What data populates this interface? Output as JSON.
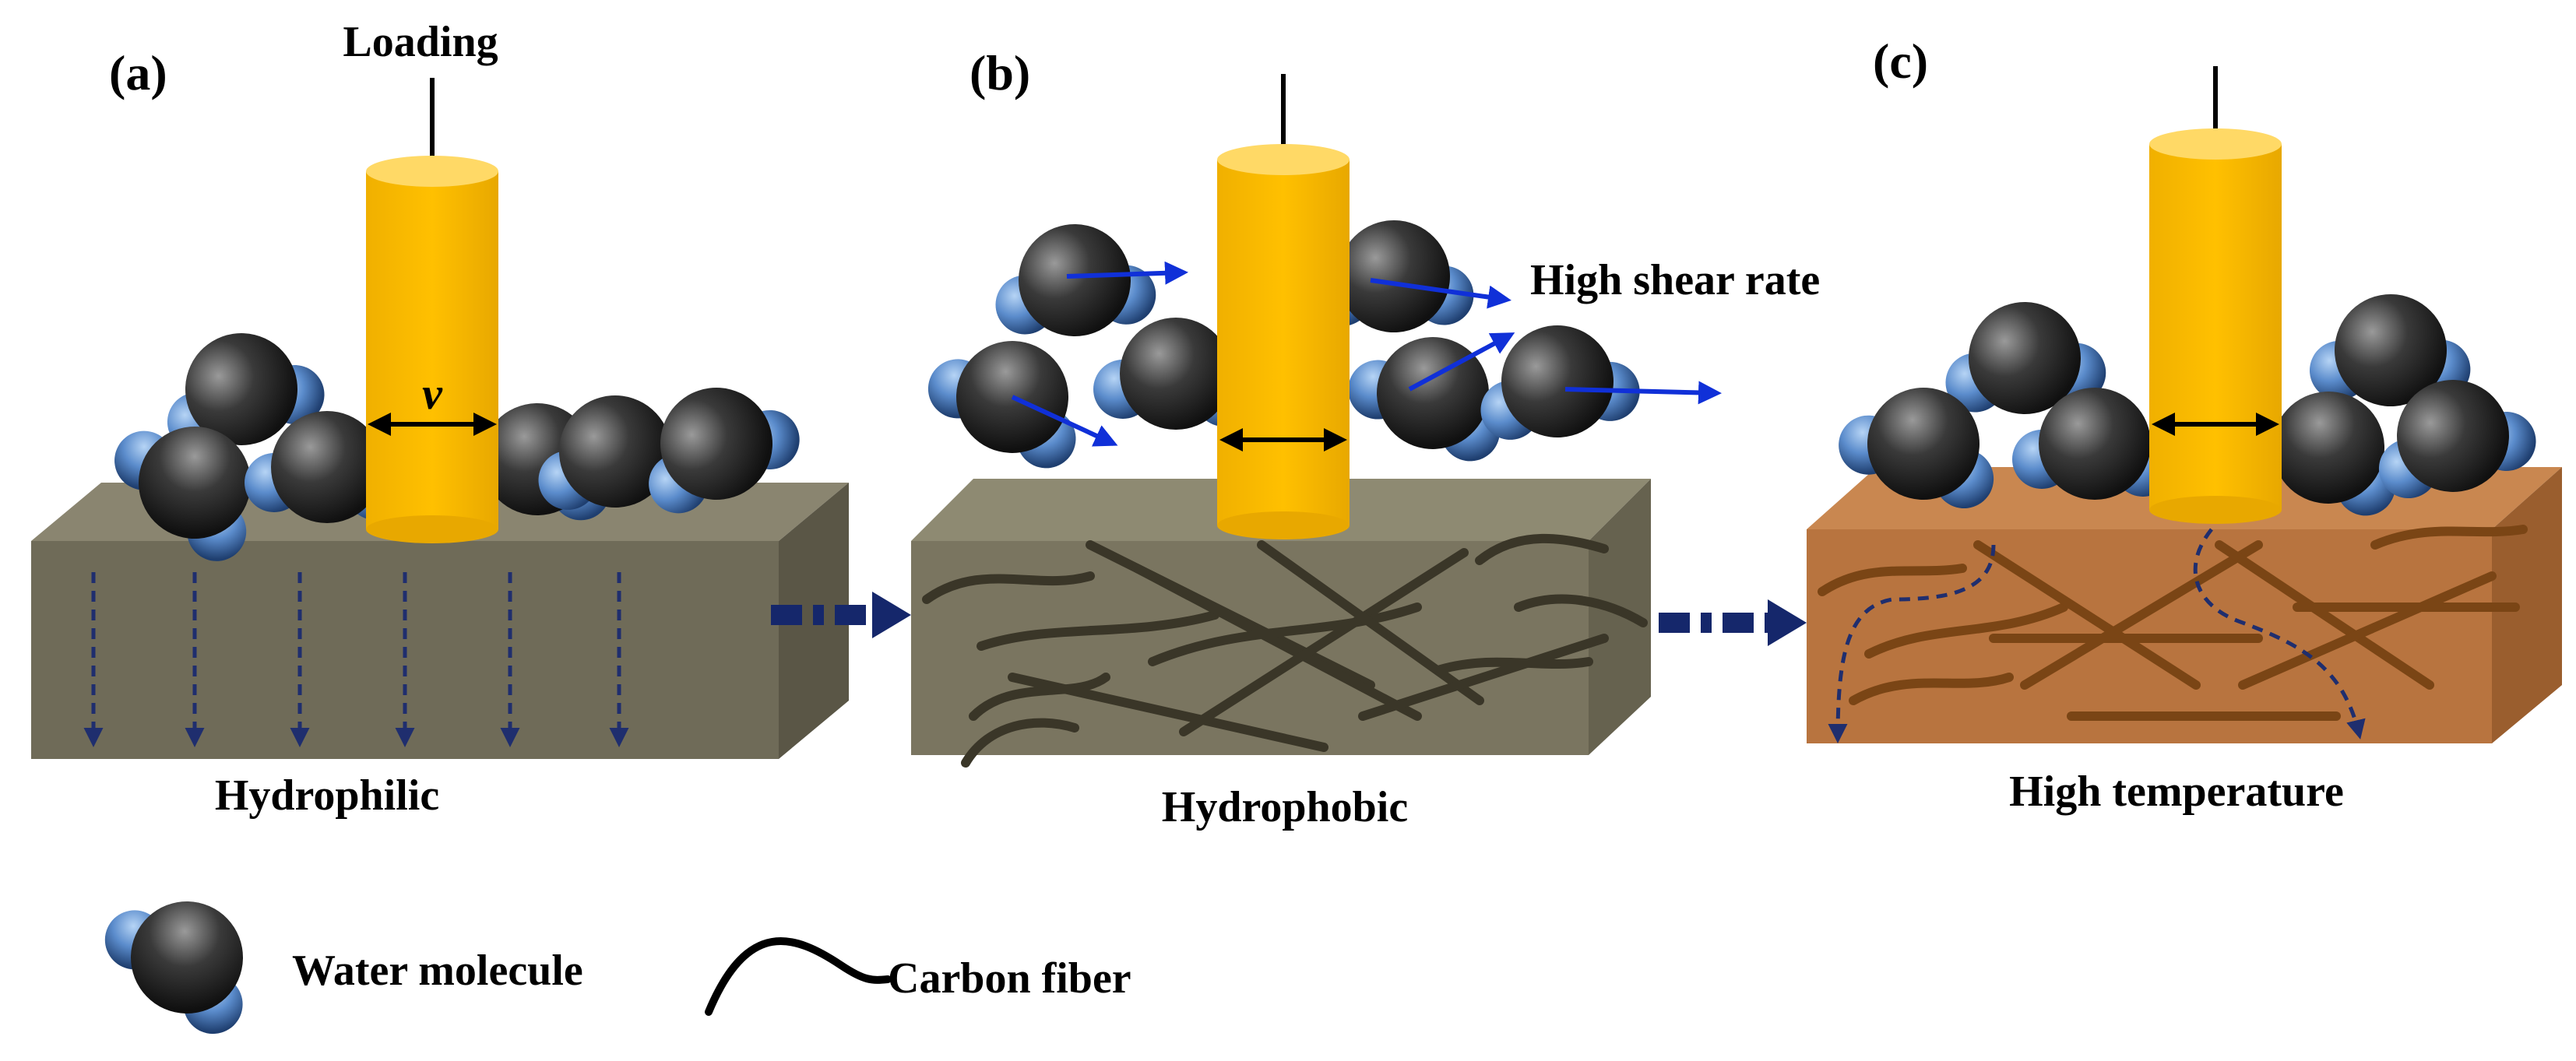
{
  "panels": [
    {
      "id": "a",
      "label": "(a)",
      "caption": "Hydrophilic",
      "top_label": "Loading",
      "velocity_label": "v"
    },
    {
      "id": "b",
      "label": "(b)",
      "caption": "Hydrophobic",
      "side_label": "High shear rate"
    },
    {
      "id": "c",
      "label": "(c)",
      "caption": "High temperature"
    }
  ],
  "legend": {
    "water_molecule": "Water molecule",
    "carbon_fiber": "Carbon fiber"
  },
  "colors": {
    "pin": "#FFC000",
    "pin_top": "#FFD966",
    "block_hydrophilic": "#6F6B58",
    "block_hydrophobic": "#7A7560",
    "block_hot": "#B8743F",
    "fiber_dark": "#3A3628",
    "fiber_hot": "#7A4515",
    "water_flow": "#1F2E6E",
    "shear_arrow": "#1030D8",
    "process_arrow": "#15276B",
    "molecule_o": "#2a2a2a",
    "molecule_h": "#4f7fc0"
  }
}
